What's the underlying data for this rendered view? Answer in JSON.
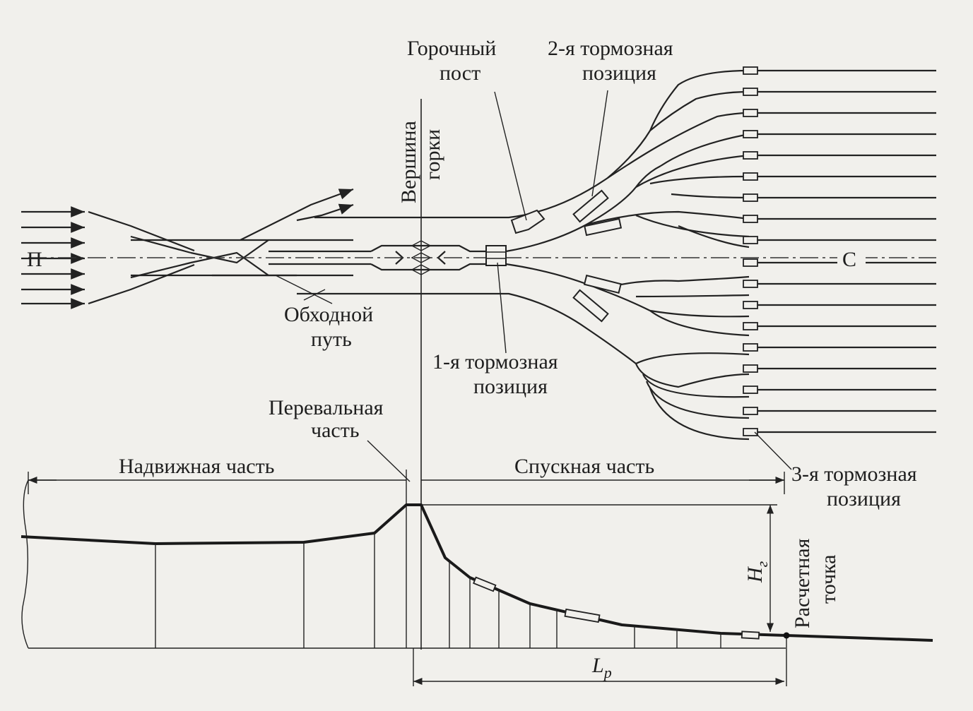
{
  "labels": {
    "entry": "П",
    "sorting_yard": "С",
    "hump_post_line1": "Горочный",
    "hump_post_line2": "пост",
    "brake2_line1": "2-я тормозная",
    "brake2_line2": "позиция",
    "hump_top_line1": "Вершина",
    "hump_top_line2": "горки",
    "bypass_line1": "Обходной",
    "bypass_line2": "путь",
    "brake1_line1": "1-я тормозная",
    "brake1_line2": "позиция",
    "crest_line1": "Перевальная",
    "crest_line2": "часть",
    "push_part": "Надвижная часть",
    "descent_part": "Спускная часть",
    "brake3_line1": "3-я тормозная",
    "brake3_line2": "позиция",
    "calc_point_line1": "Расчетная",
    "calc_point_line2": "точка",
    "height_main": "H",
    "height_sub": "г",
    "length_main": "L",
    "length_sub": "р"
  },
  "colors": {
    "ink": "#222222",
    "paper": "#f1f0ec"
  }
}
